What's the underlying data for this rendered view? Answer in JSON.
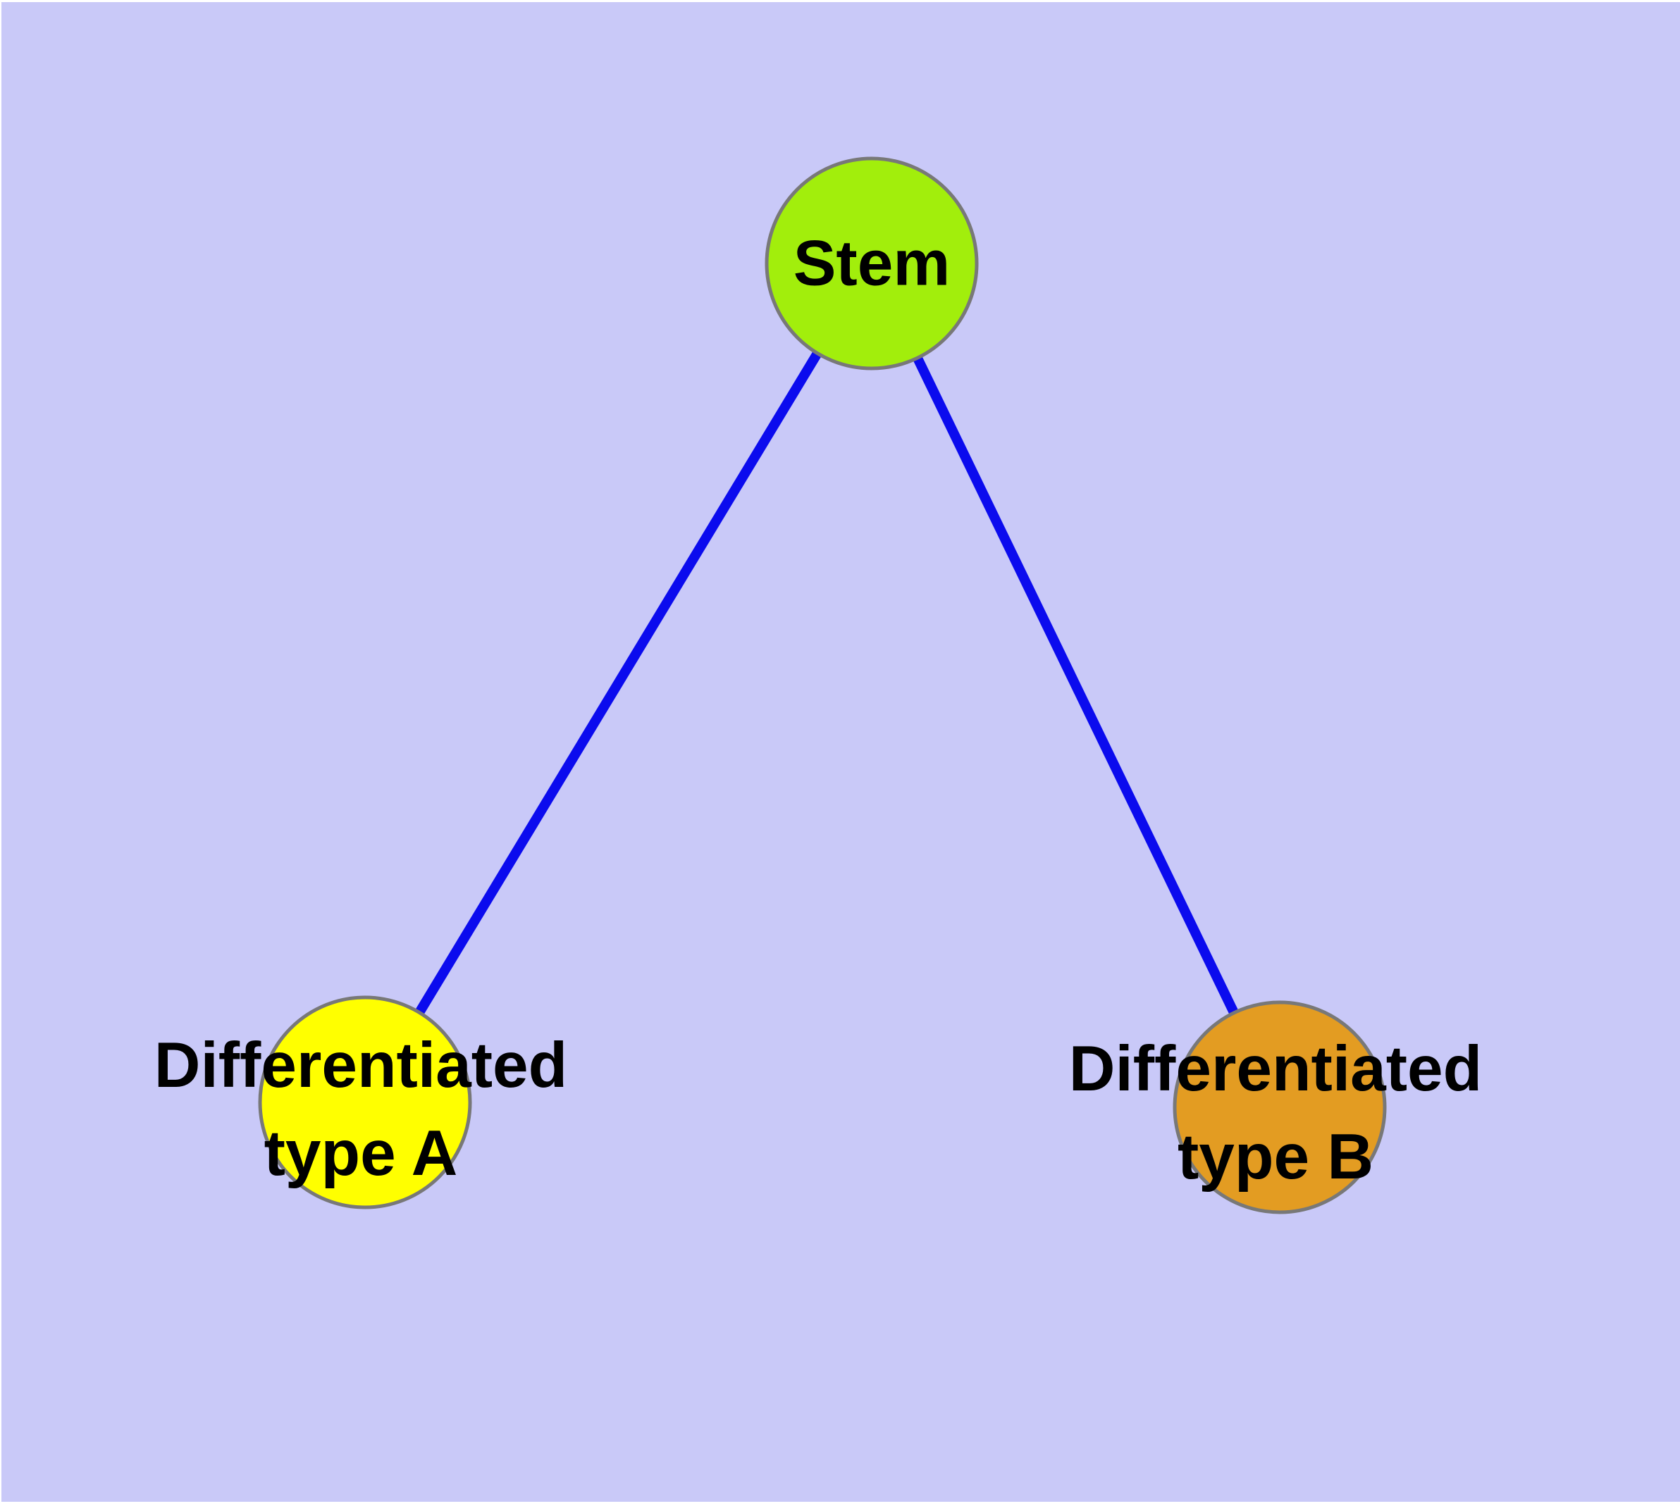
{
  "diagram": {
    "type": "node-link-graph",
    "background_color": "#c9c9f8",
    "node_border_color": "#787878",
    "label_text_color": "#000000",
    "nodes": {
      "stem": {
        "label": "Stem",
        "fill": "#a2ee0c"
      },
      "type_a": {
        "label_line1": "Differentiated",
        "label_line2": "type A",
        "fill": "#ffff00"
      },
      "type_b": {
        "label_line1": "Differentiated",
        "label_line2": "type B",
        "fill": "#e39c22"
      }
    },
    "edges": [
      {
        "from": "Stem",
        "to": "Differentiated type A",
        "color": "#0b0bee"
      },
      {
        "from": "Stem",
        "to": "Differentiated type B",
        "color": "#0b0bee"
      }
    ]
  }
}
